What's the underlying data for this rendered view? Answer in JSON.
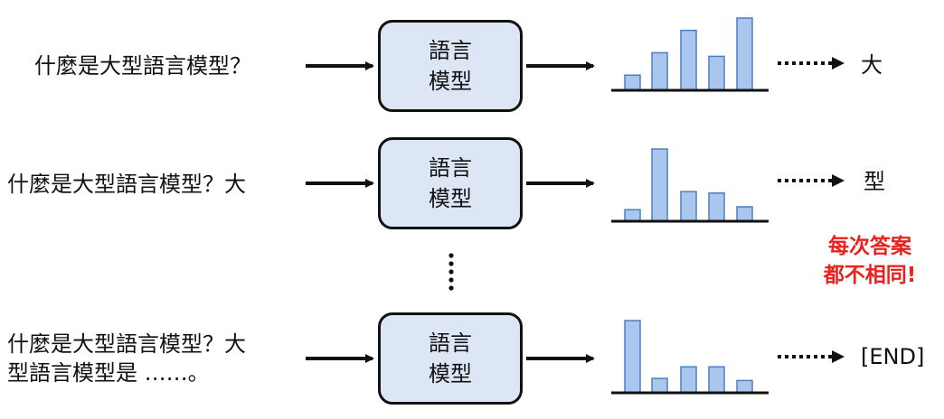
{
  "rows": [
    {
      "input_lines": [
        "什麼是大型語言模型？"
      ],
      "model_lines": [
        "語言",
        "模型"
      ],
      "distribution": [
        0.21,
        0.52,
        0.83,
        0.47,
        1.0
      ],
      "output": "大"
    },
    {
      "input_lines": [
        "什麼是大型語言模型？大"
      ],
      "model_lines": [
        "語言",
        "模型"
      ],
      "distribution": [
        0.16,
        1.0,
        0.41,
        0.39,
        0.2
      ],
      "output": "型"
    },
    {
      "input_lines": [
        "什麼是大型語言模型？大",
        "型語言模型是 ……。"
      ],
      "model_lines": [
        "語言",
        "模型"
      ],
      "distribution": [
        1.0,
        0.2,
        0.36,
        0.36,
        0.17
      ],
      "output": "[END]"
    }
  ],
  "note": [
    "每次答案",
    "都不相同!"
  ],
  "colors": {
    "box_fill": "#dce6f5",
    "bar_fill": "#a9c6ec",
    "bar_stroke": "#4d7ec4",
    "note": "#e8231e"
  }
}
